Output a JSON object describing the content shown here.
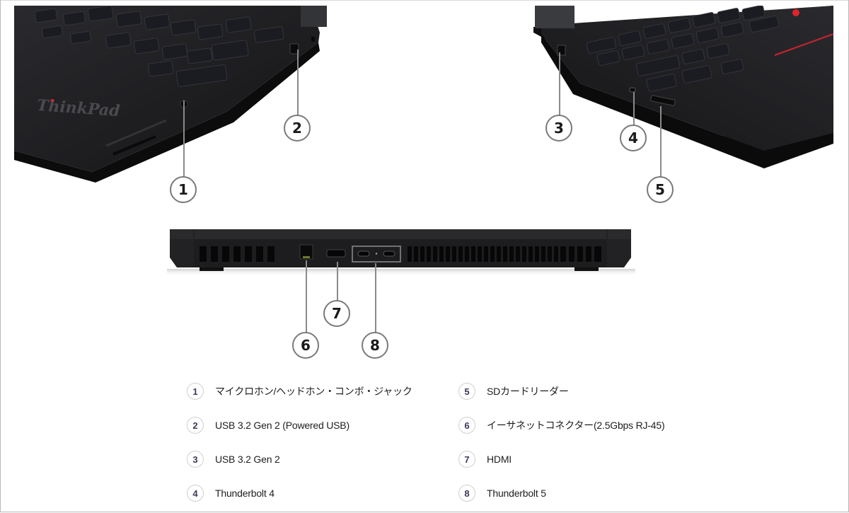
{
  "colors": {
    "laptop_body": "#1c1c1e",
    "trackpoint_red": "#e0242c",
    "callout_border": "#7a7a7a",
    "badge_border": "#cfcfcf",
    "badge_text": "#3b3b5a",
    "text": "#1e1e1e"
  },
  "images": {
    "left_side": {
      "alt": "ThinkPad left side view",
      "logo_text": "ThinkPad"
    },
    "right_side": {
      "alt": "ThinkPad right side view"
    },
    "rear": {
      "alt": "ThinkPad rear view"
    }
  },
  "callouts": [
    {
      "num": "1"
    },
    {
      "num": "2"
    },
    {
      "num": "3"
    },
    {
      "num": "4"
    },
    {
      "num": "5"
    },
    {
      "num": "6"
    },
    {
      "num": "7"
    },
    {
      "num": "8"
    }
  ],
  "ports": [
    {
      "num": "1",
      "label": "マイクロホン/ヘッドホン・コンボ・ジャック"
    },
    {
      "num": "2",
      "label": "USB 3.2 Gen 2 (Powered USB)"
    },
    {
      "num": "3",
      "label": "USB 3.2 Gen 2"
    },
    {
      "num": "4",
      "label": "Thunderbolt 4"
    },
    {
      "num": "5",
      "label": "SDカードリーダー"
    },
    {
      "num": "6",
      "label": "イーサネットコネクター(2.5Gbps RJ-45)"
    },
    {
      "num": "7",
      "label": "HDMI"
    },
    {
      "num": "8",
      "label": "Thunderbolt 5"
    }
  ]
}
